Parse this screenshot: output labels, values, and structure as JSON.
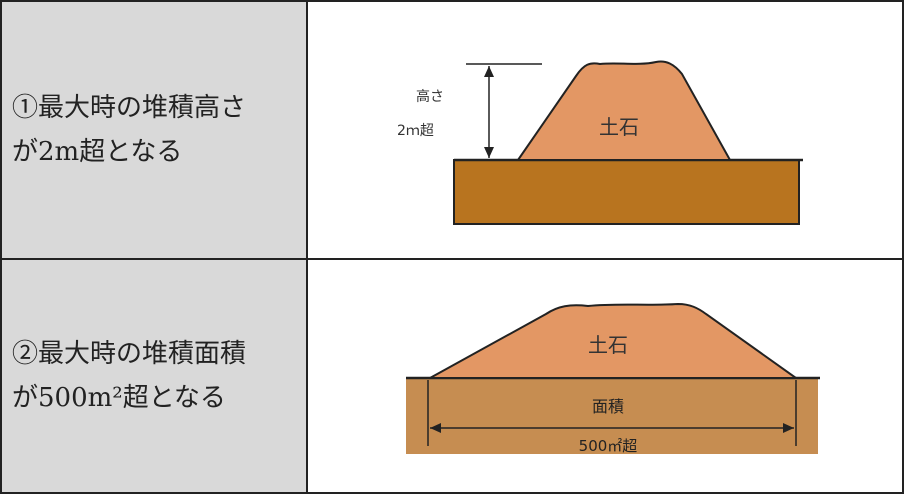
{
  "rows": [
    {
      "condition": "①最大時の堆積高さ\nが2m超となる",
      "diagram": {
        "pile_label": "土石",
        "height_label_line1": "高さ",
        "height_label_line2": "2ｍ超"
      }
    },
    {
      "condition": "②最大時の堆積面積\nが500m²超となる",
      "diagram": {
        "pile_label": "土石",
        "area_label": "面積",
        "area_value_label": "500㎡超"
      }
    }
  ],
  "colors": {
    "header_cell_bg": "#d9d9d9",
    "soil_pile": "#e39764",
    "ground_row1": "#b8741f",
    "ground_row2": "#c68d51",
    "outline": "#222222"
  }
}
